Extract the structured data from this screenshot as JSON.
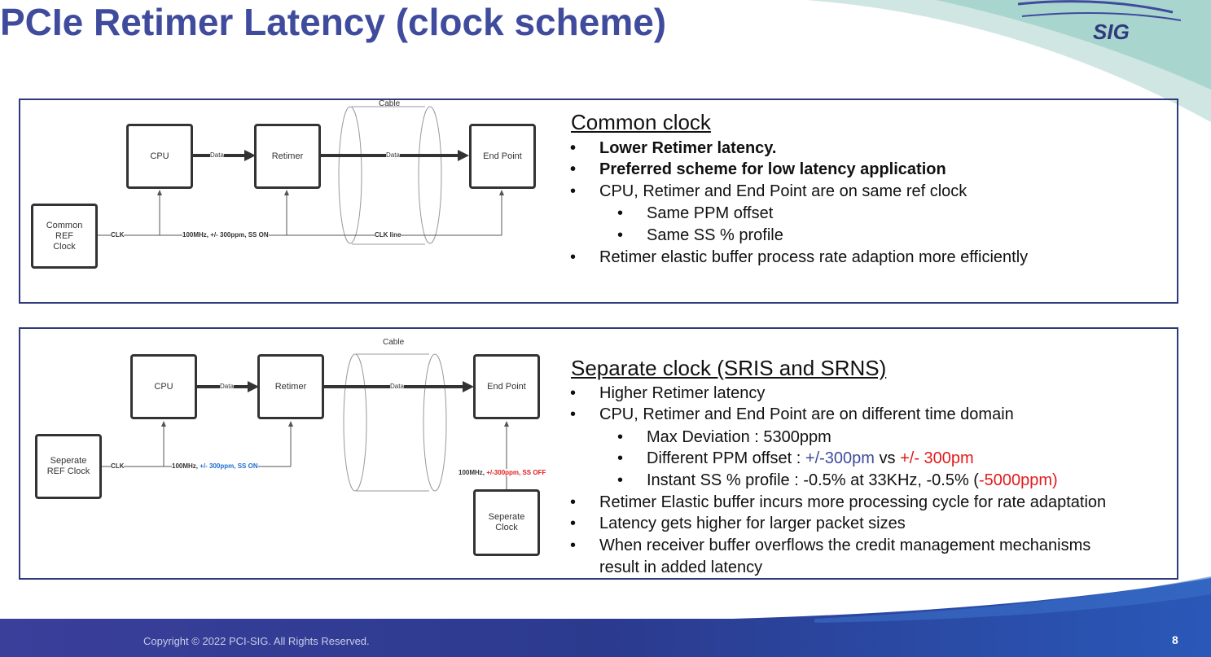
{
  "title": "PCIe Retimer Latency (clock scheme)",
  "logo": {
    "text": "SIG"
  },
  "diagram1": {
    "cable": "Cable",
    "cpu": "CPU",
    "retimer": "Retimer",
    "endpoint": "End Point",
    "refclock": "Common\nREF\nClock",
    "data1": "Data",
    "data2": "Data",
    "clk": "CLK",
    "freq": "100MHz, +/- 300ppm, SS ON",
    "clkline": "CLK line"
  },
  "section1": {
    "heading": "Common clock",
    "b1": "Lower Retimer latency.",
    "b2": "Preferred scheme for low latency application",
    "b3": "CPU, Retimer and End Point are on same ref clock",
    "s1": "Same PPM offset",
    "s2": "Same SS % profile",
    "b4": "Retimer elastic buffer process rate adaption more efficiently"
  },
  "diagram2": {
    "cable": "Cable",
    "cpu": "CPU",
    "retimer": "Retimer",
    "endpoint": "End Point",
    "refclock": "Seperate\nREF Clock",
    "sepclock": "Seperate\nClock",
    "data1": "Data",
    "data2": "Data",
    "clk": "CLK",
    "freq_a": "100MHz, ",
    "freq_b": "+/- 300ppm, SS ON",
    "ep_freq_a": "100MHz, ",
    "ep_freq_b": "+/-300ppm, SS OFF"
  },
  "section2": {
    "heading": "Separate clock (SRIS and SRNS)",
    "b1": "Higher Retimer latency",
    "b2": "CPU, Retimer and End Point are on different time domain",
    "s1": "Max Deviation : 5300ppm",
    "s2_a": "Different PPM offset : ",
    "s2_b": "+/-300pm",
    "s2_c": " vs ",
    "s2_d": "+/- 300pm",
    "s3_a": "Instant SS % profile : -0.5% at 33KHz, -0.5% (",
    "s3_b": "-5000ppm)",
    "b3": "Retimer Elastic buffer incurs more processing cycle for rate adaptation",
    "b4": "Latency gets higher for larger packet sizes",
    "b5a": "When receiver buffer overflows the credit management mechanisms",
    "b5b": "result in added latency"
  },
  "footer": {
    "copyright": "Copyright © 2022 PCI-SIG. All Rights Reserved.",
    "page": "8"
  },
  "colors": {
    "title": "#3f4b9c",
    "panel_border": "#2e3a7c",
    "highlight_blue": "#3f4b9c",
    "highlight_red": "#e21b1b",
    "footer": "#2e3f95"
  }
}
